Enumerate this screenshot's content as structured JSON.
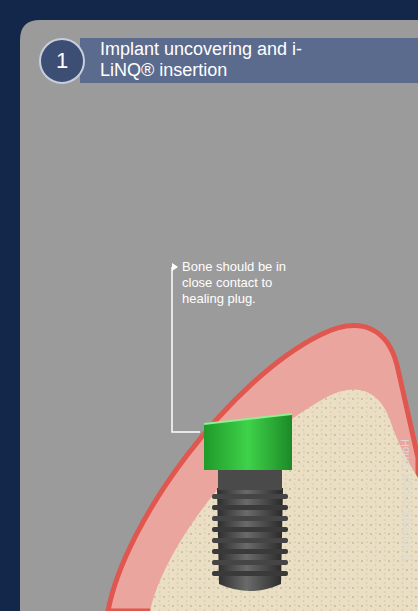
{
  "diagram": {
    "title": "Implant uncovering and i-LiNQ® insertion",
    "labels": [
      "1",
      "Bone should be in close contact to healing plug.",
      "© ImplantConcept GmbH"
    ]
  }
}
